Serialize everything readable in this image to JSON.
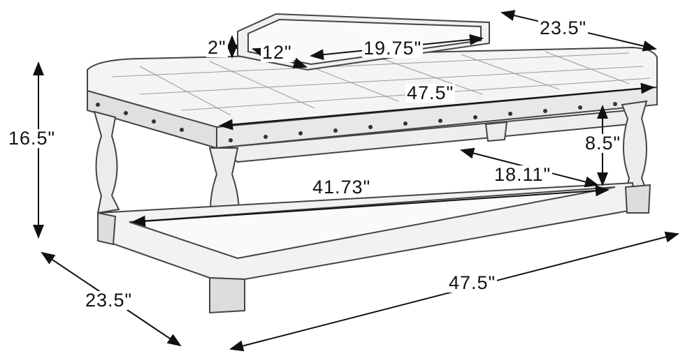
{
  "colors": {
    "ink": "#111111",
    "sketch": "#555555",
    "background": "#ffffff"
  },
  "dimensions": {
    "tray_depth": "23.5\"",
    "tray_height": "2\"",
    "tray_width": "12\"",
    "tray_length": "19.75\"",
    "seat_length": "47.5\"",
    "overall_height": "16.5\"",
    "shelf_clearance": "8.5\"",
    "shelf_depth": "18.11\"",
    "shelf_length": "41.73\"",
    "overall_length": "47.5\"",
    "overall_depth": "23.5\""
  }
}
